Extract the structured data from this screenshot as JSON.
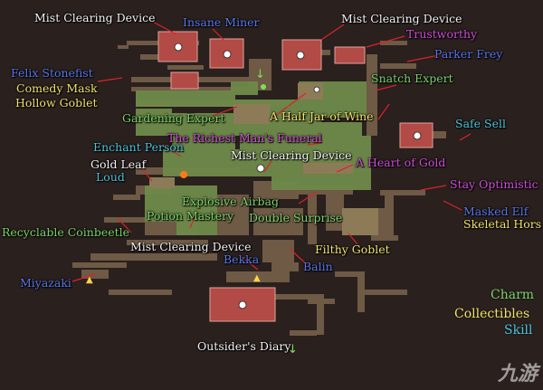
{
  "colors": {
    "charm": "#7cd46a",
    "collectible": "#f2e36b",
    "skill": "#4fc3d9",
    "white": "#f4f4f4",
    "blue": "#5a78e8",
    "magenta": "#d04fd8",
    "leader": "#d8242a"
  },
  "labels": [
    {
      "text": "Mist Clearing Device",
      "kind": "white"
    },
    {
      "text": "Insane Miner",
      "kind": "blue"
    },
    {
      "text": "Mist Clearing Device",
      "kind": "white"
    },
    {
      "text": "Trustworthy",
      "kind": "magenta"
    },
    {
      "text": "Parker Frey",
      "kind": "blue"
    },
    {
      "text": "Felix Stonefist",
      "kind": "blue"
    },
    {
      "text": "Comedy Mask",
      "kind": "collectible"
    },
    {
      "text": "Hollow Goblet",
      "kind": "collectible"
    },
    {
      "text": "Snatch Expert",
      "kind": "charm"
    },
    {
      "text": "Gardening Expert",
      "kind": "charm"
    },
    {
      "text": "A Half Jar of Wine",
      "kind": "collectible"
    },
    {
      "text": "Safe Sell",
      "kind": "skill"
    },
    {
      "text": "The Richest Man's Funeral",
      "kind": "magenta"
    },
    {
      "text": "Enchant Person",
      "kind": "skill"
    },
    {
      "text": "Mist Clearing Device",
      "kind": "white"
    },
    {
      "text": "Gold Leaf",
      "kind": "white"
    },
    {
      "text": "A Heart of Gold",
      "kind": "magenta"
    },
    {
      "text": "Loud",
      "kind": "skill"
    },
    {
      "text": "Stay Optimistic",
      "kind": "magenta"
    },
    {
      "text": "Explosive Airbag",
      "kind": "charm"
    },
    {
      "text": "Masked Elf",
      "kind": "blue"
    },
    {
      "text": "Potion Mastery",
      "kind": "charm"
    },
    {
      "text": "Double Surprise",
      "kind": "charm"
    },
    {
      "text": "Skeletal Hors",
      "kind": "collectible"
    },
    {
      "text": "Recyclable Coinbeetle",
      "kind": "charm"
    },
    {
      "text": "Mist Clearing Device",
      "kind": "white"
    },
    {
      "text": "Filthy Goblet",
      "kind": "collectible"
    },
    {
      "text": "Bekka",
      "kind": "blue"
    },
    {
      "text": "Balin",
      "kind": "blue"
    },
    {
      "text": "Miyazaki",
      "kind": "blue"
    },
    {
      "text": "Outsider's Diary",
      "kind": "white"
    }
  ],
  "legend": [
    {
      "text": "Charm",
      "kind": "charm"
    },
    {
      "text": "Collectibles",
      "kind": "collectible"
    },
    {
      "text": "Skill",
      "kind": "skill"
    }
  ],
  "watermark": "九游"
}
